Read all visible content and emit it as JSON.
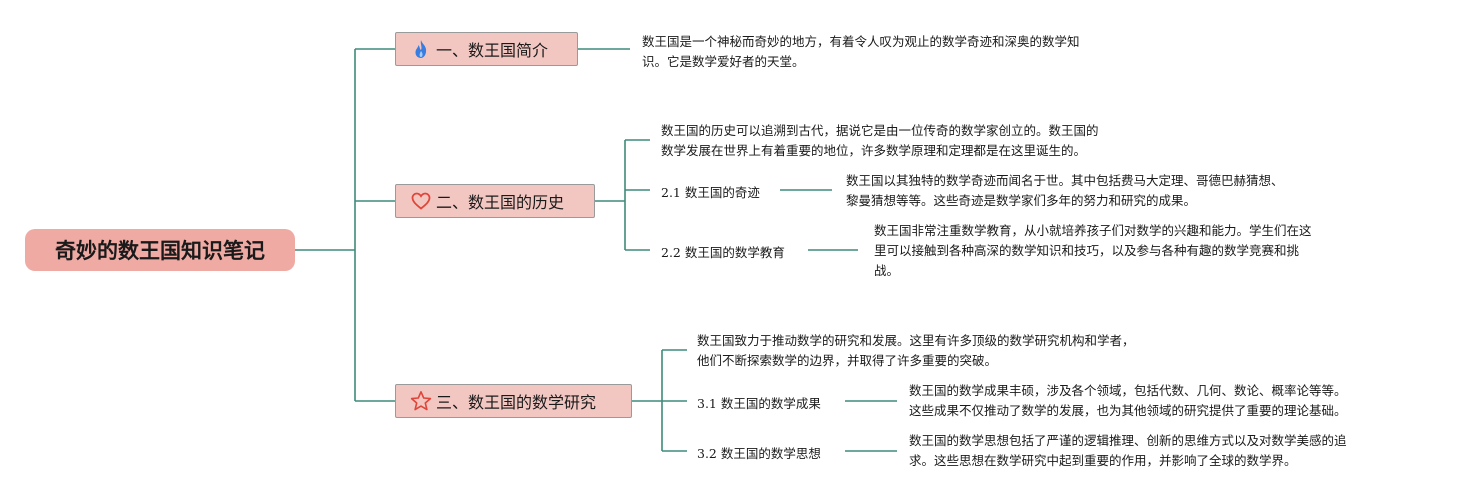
{
  "root": {
    "title": "奇妙的数王国知识笔记"
  },
  "branches": [
    {
      "label": "一、数王国简介",
      "icon": "flame-icon",
      "text": "数王国是一个神秘而奇妙的地方，有着令人叹为观止的数学奇迹和深奥的数学知\n识。它是数学爱好者的天堂。"
    },
    {
      "label": "二、数王国的历史",
      "icon": "heart-icon",
      "text": "数王国的历史可以追溯到古代，据说它是由一位传奇的数学家创立的。数王国的\n数学发展在世界上有着重要的地位，许多数学原理和定理都是在这里诞生的。",
      "children": [
        {
          "label": "2.1 数王国的奇迹",
          "text": "数王国以其独特的数学奇迹而闻名于世。其中包括费马大定理、哥德巴赫猜想、\n黎曼猜想等等。这些奇迹是数学家们多年的努力和研究的成果。"
        },
        {
          "label": "2.2 数王国的数学教育",
          "text": "数王国非常注重数学教育，从小就培养孩子们对数学的兴趣和能力。学生们在这\n里可以接触到各种高深的数学知识和技巧，以及参与各种有趣的数学竞赛和挑\n战。"
        }
      ]
    },
    {
      "label": "三、数王国的数学研究",
      "icon": "star-icon",
      "text": "数王国致力于推动数学的研究和发展。这里有许多顶级的数学研究机构和学者，\n他们不断探索数学的边界，并取得了许多重要的突破。",
      "children": [
        {
          "label": "3.1 数王国的数学成果",
          "text": "数王国的数学成果丰硕，涉及各个领域，包括代数、几何、数论、概率论等等。\n这些成果不仅推动了数学的发展，也为其他领域的研究提供了重要的理论基础。"
        },
        {
          "label": "3.2 数王国的数学思想",
          "text": "数王国的数学思想包括了严谨的逻辑推理、创新的思维方式以及对数学美感的追\n求。这些思想在数学研究中起到重要的作用，并影响了全球的数学界。"
        }
      ]
    }
  ],
  "colors": {
    "line": "#3f8a7a",
    "root_bg": "#f0aaa4",
    "branch_bg": "#f2c7c2",
    "icon_red": "#e0453a",
    "icon_blue": "#3a7de0"
  }
}
